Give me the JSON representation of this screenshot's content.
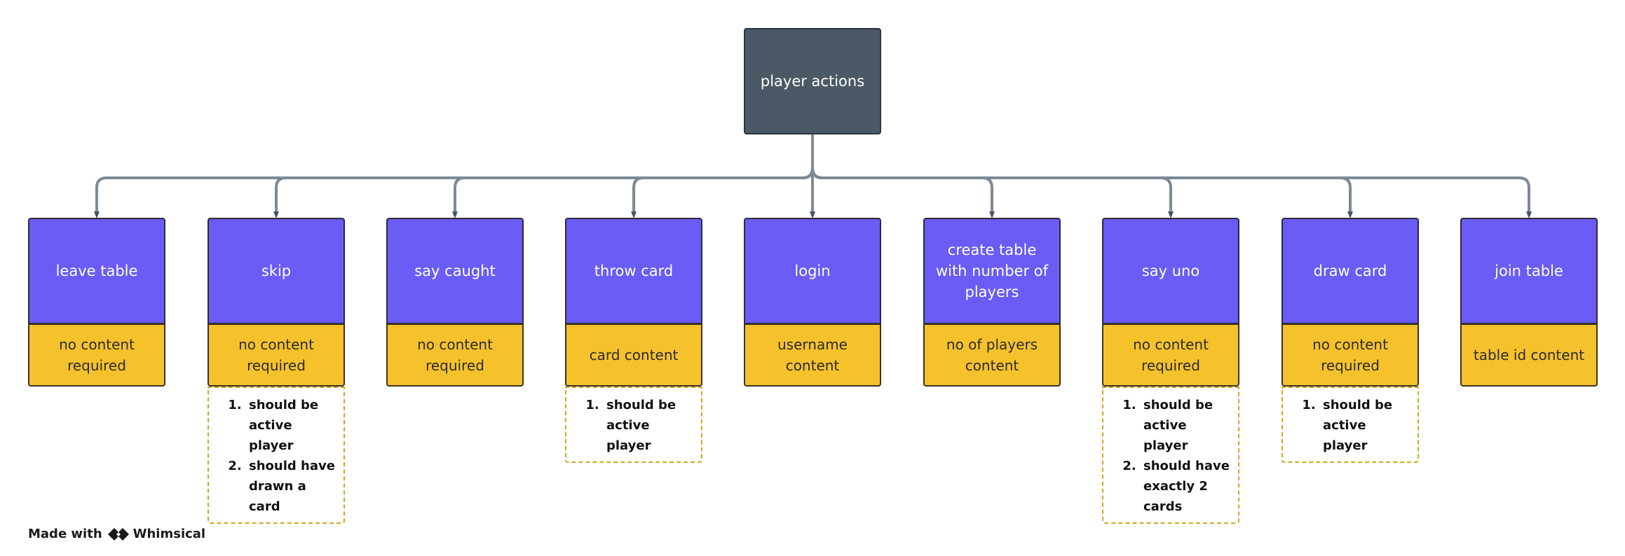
{
  "root": {
    "label": "player actions"
  },
  "actions": [
    {
      "label": "leave table",
      "content": "no content required",
      "notes": []
    },
    {
      "label": "skip",
      "content": "no content required",
      "notes": [
        "should be active player",
        "should have drawn a card"
      ]
    },
    {
      "label": "say caught",
      "content": "no content required",
      "notes": []
    },
    {
      "label": "throw card",
      "content": "card content",
      "notes": [
        "should be active player"
      ]
    },
    {
      "label": "login",
      "content": "username content",
      "notes": []
    },
    {
      "label": "create table with number of players",
      "content": "no of players content",
      "notes": []
    },
    {
      "label": "say uno",
      "content": "no content required",
      "notes": [
        "should be active player",
        "should have exactly 2 cards"
      ]
    },
    {
      "label": "draw card",
      "content": "no content required",
      "notes": [
        "should be active player"
      ]
    },
    {
      "label": "join table",
      "content": "table id content",
      "notes": []
    }
  ],
  "footer": {
    "made_with": "Made with",
    "brand": "Whimsical",
    "logo_icon": "whimsical-logo-icon"
  },
  "colors": {
    "root_fill": "#4b5966",
    "action_fill": "#6a5cf5",
    "content_fill": "#f6c22c",
    "note_border": "#d2a622",
    "connector": "#7d8a96"
  }
}
